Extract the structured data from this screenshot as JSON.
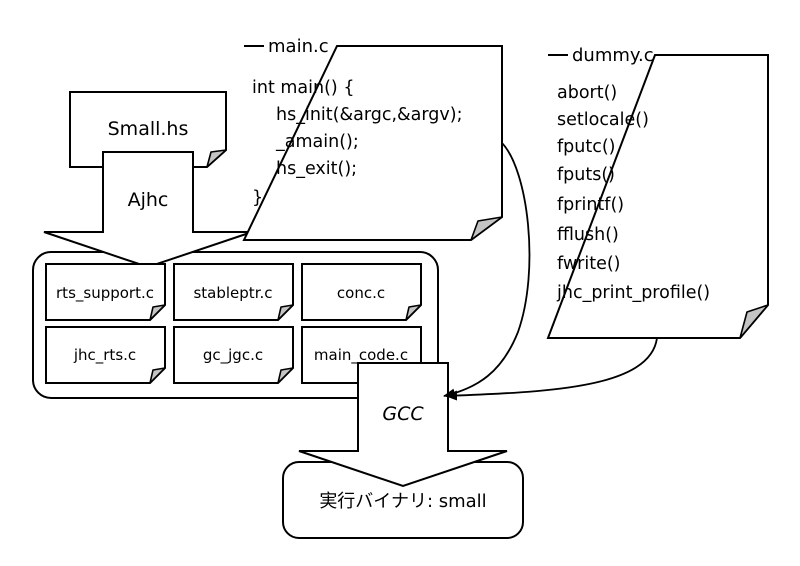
{
  "small_hs": {
    "label": "Small.hs"
  },
  "ajhc": {
    "label": "Ajhc"
  },
  "gcc": {
    "label": "GCC"
  },
  "output": {
    "label": "実行バイナリ: small"
  },
  "main_c": {
    "title": "main.c",
    "lines": [
      "int main() {",
      "hs_init(&argc,&argv);",
      "_amain();",
      "hs_exit();",
      "}"
    ]
  },
  "dummy_c": {
    "title": "dummy.c",
    "functions": [
      "abort()",
      "setlocale()",
      "fputc()",
      "fputs()",
      "fprintf()",
      "fflush()",
      "fwrite()",
      "jhc_print_profile()"
    ]
  },
  "runtime_files": [
    "rts_support.c",
    "stableptr.c",
    "conc.c",
    "jhc_rts.c",
    "gc_jgc.c",
    "main_code.c"
  ]
}
